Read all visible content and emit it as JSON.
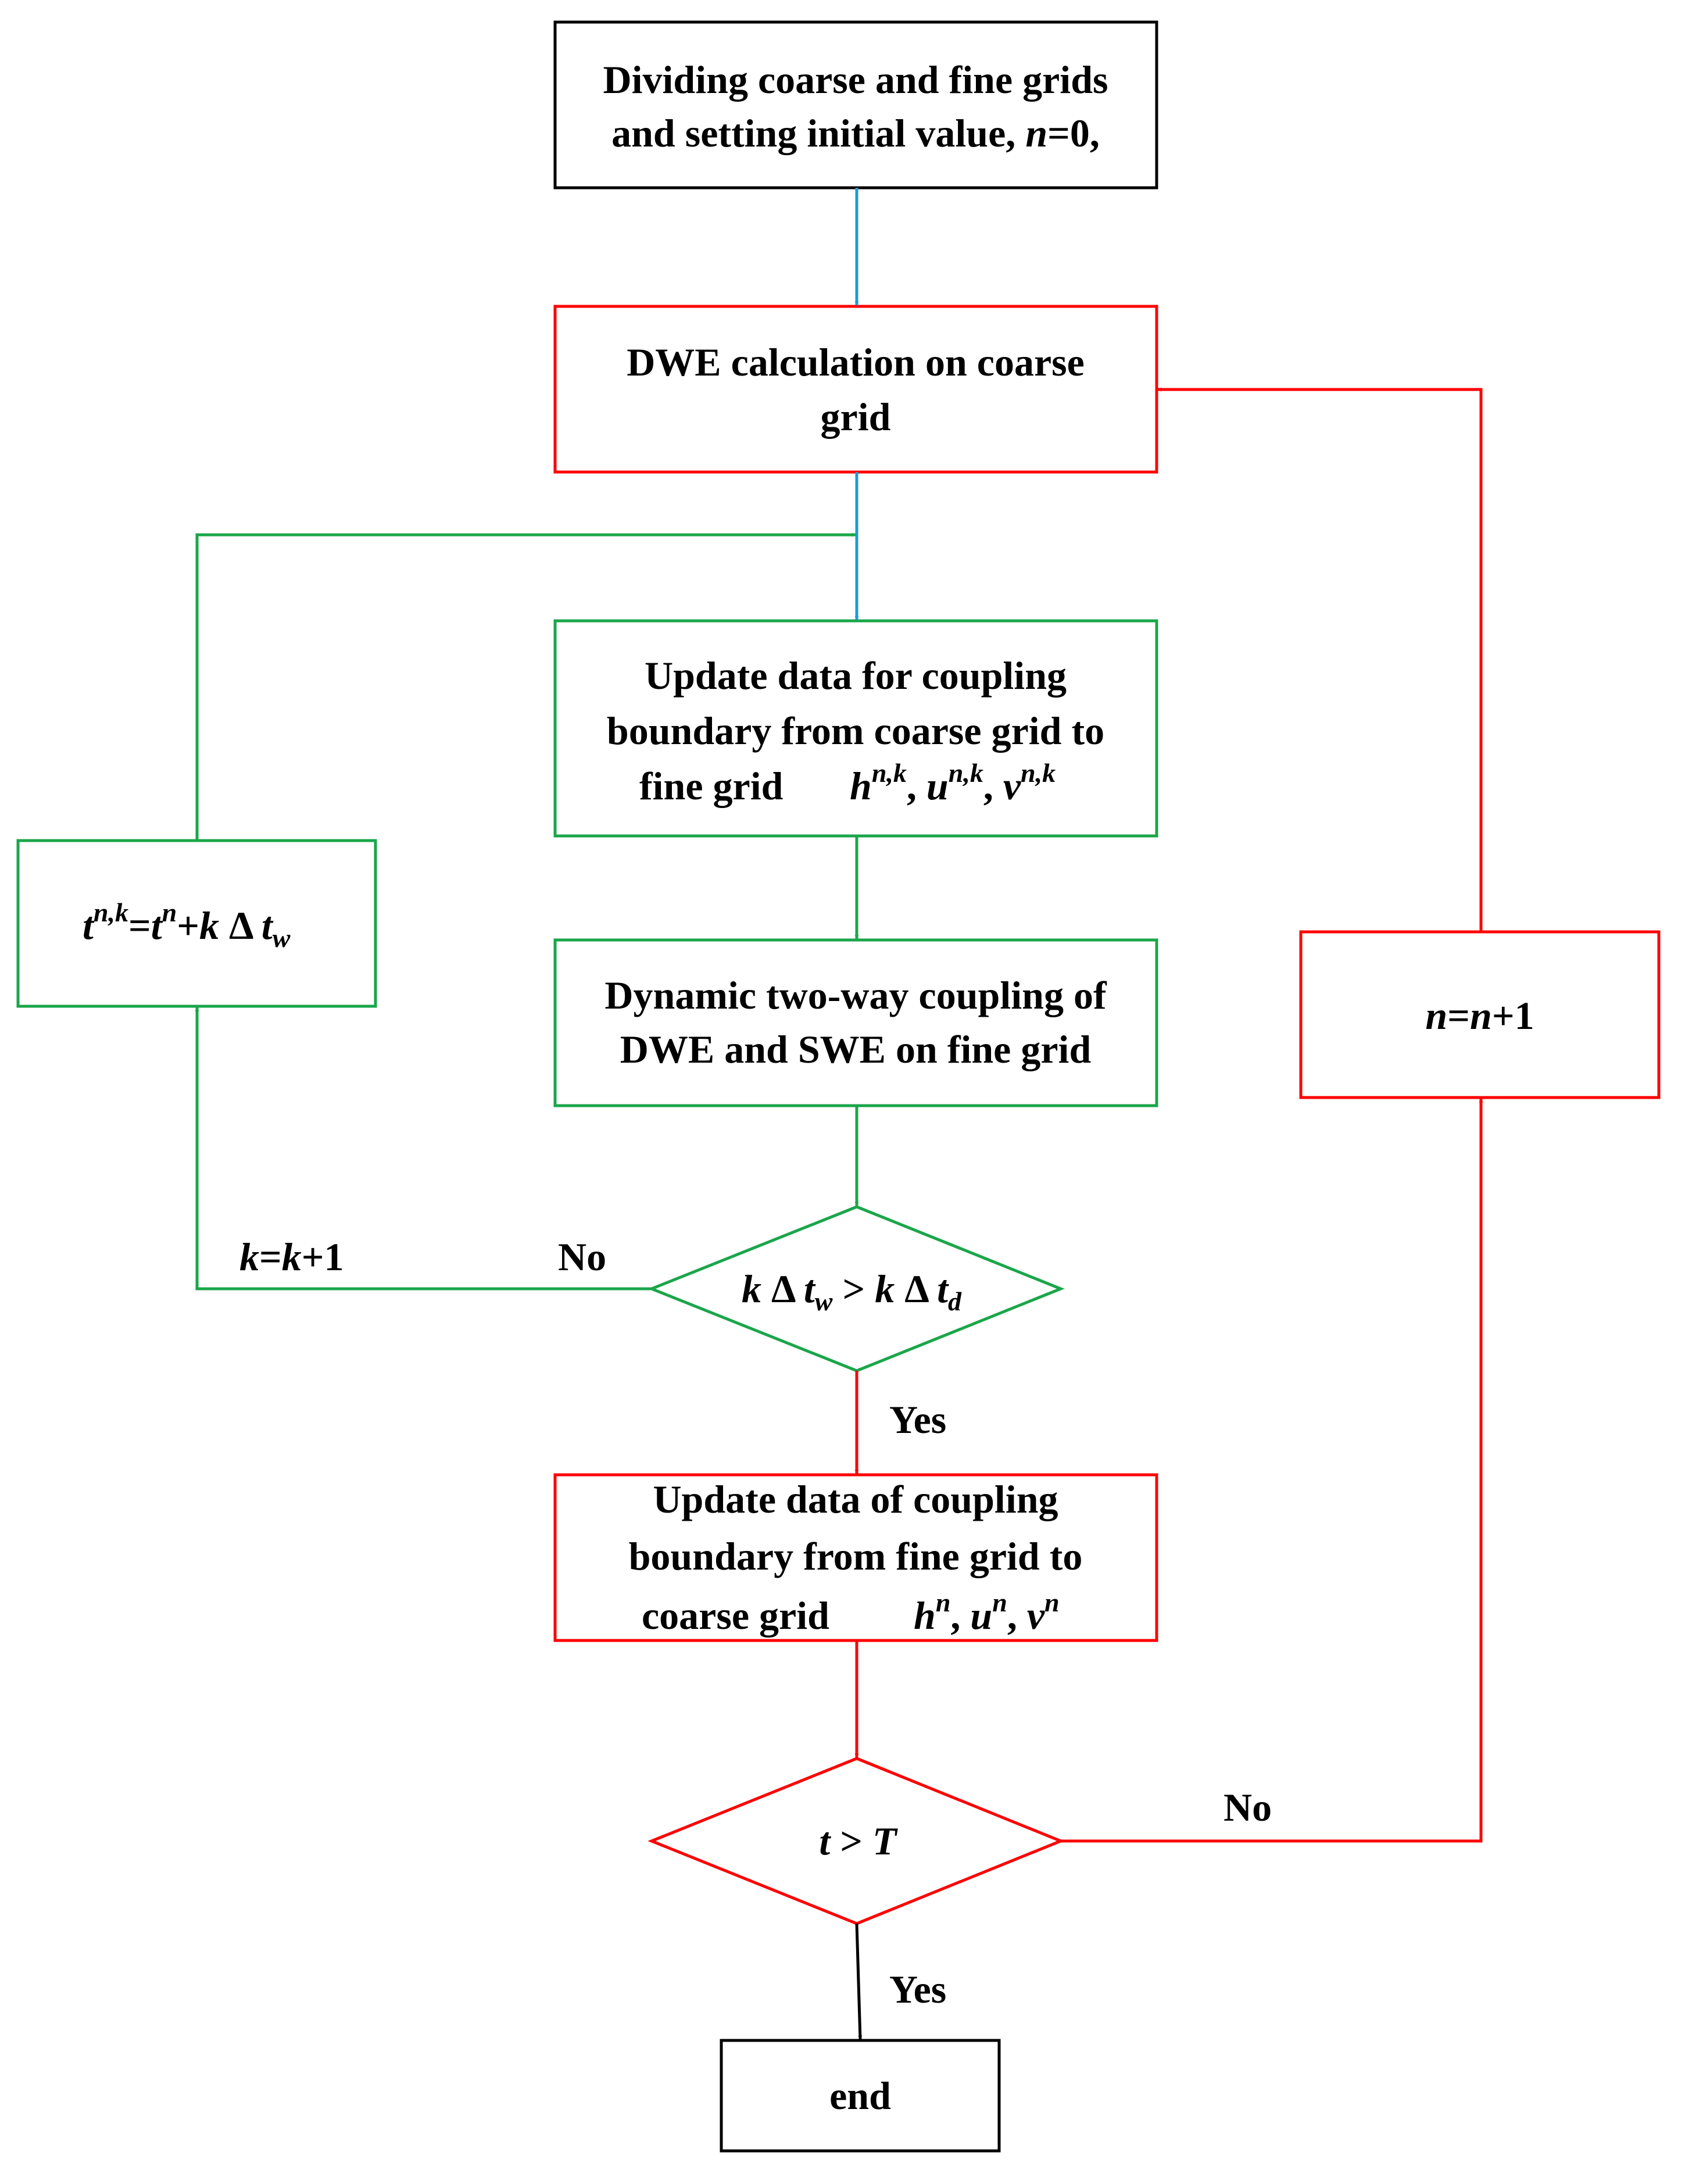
{
  "colors": {
    "black": "#000000",
    "red": "#ff0000",
    "green": "#1aa64a",
    "blue": "#1a9bd7"
  },
  "nodes": {
    "start": {
      "line1": "Dividing coarse and fine grids",
      "line2_text": "and setting initial value, ",
      "line2_var": "n",
      "line2_tail": "=0,"
    },
    "dwe_coarse": {
      "line1": "DWE calculation on coarse",
      "line2": "grid"
    },
    "update_to_fine": {
      "line1": "Update data for coupling",
      "line2": "boundary from coarse grid to",
      "line3": "fine grid",
      "var_h": "h",
      "var_u": "u",
      "var_v": "v",
      "sup": "n,k",
      "comma": ","
    },
    "dynamic_coupling": {
      "line1": "Dynamic two-way coupling of",
      "line2": "DWE and SWE  on fine grid"
    },
    "decision_k": {
      "k": "k",
      "delta": "Δ",
      "t": "t",
      "sub_w": "w",
      "gt": ">",
      "sub_d": "d"
    },
    "update_to_coarse": {
      "line1": "Update data of coupling",
      "line2": "boundary from fine grid to",
      "line3": "coarse  grid",
      "var_h": "h",
      "var_u": "u",
      "var_v": "v",
      "sup": "n",
      "comma": ","
    },
    "decision_t": {
      "t": "t",
      "gt": ">",
      "T": "T"
    },
    "end": {
      "label": "end"
    },
    "time_step": {
      "t": "t",
      "sup_nk": "n,k",
      "eq": "=",
      "sup_n": "n",
      "plus": "+",
      "k": "k",
      "delta": "Δ",
      "sub_w": "w"
    },
    "n_increment": {
      "n1": "n",
      "eq": "=",
      "n2": "n",
      "tail": "+1"
    }
  },
  "edge_labels": {
    "k_increment_var1": "k",
    "k_increment_eq": "=",
    "k_increment_var2": "k",
    "k_increment_tail": "+1",
    "no_k": "No",
    "yes_k": "Yes",
    "no_t": "No",
    "yes_t": "Yes"
  }
}
